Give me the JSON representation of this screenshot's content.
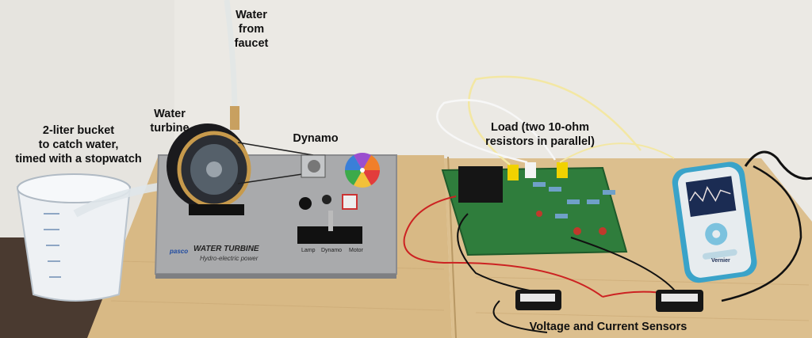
{
  "labels": {
    "bucket": [
      "2-liter bucket",
      "to catch water,",
      "timed with a stopwatch"
    ],
    "turbine": [
      "Water",
      "turbine"
    ],
    "faucet": [
      "Water",
      "from",
      "faucet"
    ],
    "dynamo": [
      "Dynamo"
    ],
    "load": [
      "Load (two 10-ohm",
      "resistors in parallel)"
    ],
    "sensors": [
      "Voltage and Current Sensors"
    ]
  },
  "panel": {
    "brand": "pasco",
    "title": "WATER TURBINE",
    "subtitle": "Hydro-electric power",
    "switch_labels": [
      "Lamp",
      "Dynamo",
      "Motor"
    ]
  },
  "device": {
    "brand": "Vernier"
  },
  "colors": {
    "wall": "#e9e7e2",
    "table": "#d9bb8a",
    "panel": "#a8a9ab",
    "circuit_board": "#2f7d3c",
    "device_body": "#3aa3c9"
  }
}
